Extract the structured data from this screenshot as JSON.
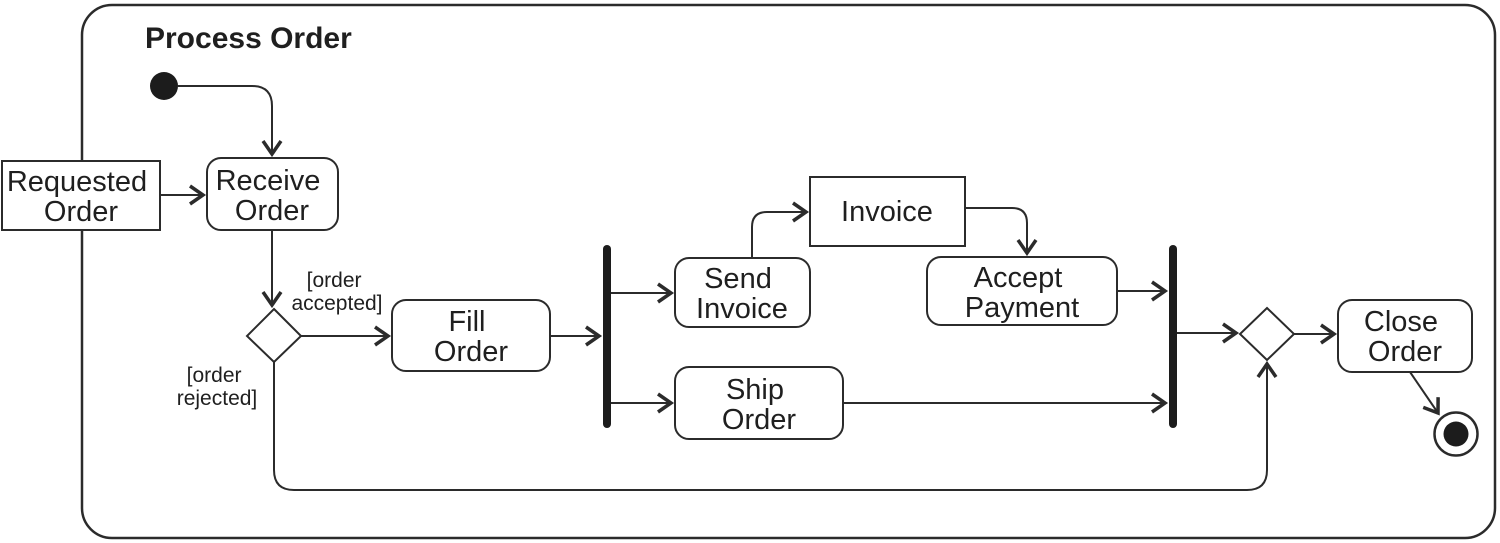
{
  "diagram": {
    "kind": "uml-activity-diagram",
    "title": "Process Order",
    "nodes": {
      "initial": {
        "kind": "initial-node"
      },
      "requested_order": {
        "kind": "object-node",
        "lines": [
          "Requested",
          "Order"
        ],
        "text": "Requested Order"
      },
      "receive_order": {
        "kind": "action",
        "lines": [
          "Receive",
          "Order"
        ],
        "text": "Receive Order"
      },
      "decision": {
        "kind": "decision-diamond"
      },
      "fill_order": {
        "kind": "action",
        "lines": [
          "Fill",
          "Order"
        ],
        "text": "Fill Order"
      },
      "fork": {
        "kind": "fork-bar"
      },
      "send_invoice": {
        "kind": "action",
        "lines": [
          "Send",
          "Invoice"
        ],
        "text": "Send Invoice"
      },
      "invoice": {
        "kind": "object-node",
        "lines": [
          "Invoice"
        ],
        "text": "Invoice"
      },
      "accept_payment": {
        "kind": "action",
        "lines": [
          "Accept",
          "Payment"
        ],
        "text": "Accept Payment"
      },
      "ship_order": {
        "kind": "action",
        "lines": [
          "Ship",
          "Order"
        ],
        "text": "Ship Order"
      },
      "join": {
        "kind": "join-bar"
      },
      "merge": {
        "kind": "merge-diamond"
      },
      "close_order": {
        "kind": "action",
        "lines": [
          "Close",
          "Order"
        ],
        "text": "Close Order"
      },
      "final": {
        "kind": "activity-final-node"
      }
    },
    "guards": {
      "accepted": {
        "lines": [
          "[order",
          "accepted]"
        ],
        "text": "[order accepted]"
      },
      "rejected": {
        "lines": [
          "[order",
          "rejected]"
        ],
        "text": "[order rejected]"
      }
    },
    "edges": [
      {
        "from": "initial",
        "to": "receive_order"
      },
      {
        "from": "requested_order",
        "to": "receive_order"
      },
      {
        "from": "receive_order",
        "to": "decision"
      },
      {
        "from": "decision",
        "to": "fill_order",
        "guard": "[order accepted]"
      },
      {
        "from": "decision",
        "to": "merge",
        "guard": "[order rejected]"
      },
      {
        "from": "fill_order",
        "to": "fork"
      },
      {
        "from": "fork",
        "to": "send_invoice"
      },
      {
        "from": "fork",
        "to": "ship_order"
      },
      {
        "from": "send_invoice",
        "to": "invoice"
      },
      {
        "from": "invoice",
        "to": "accept_payment"
      },
      {
        "from": "accept_payment",
        "to": "join"
      },
      {
        "from": "ship_order",
        "to": "join"
      },
      {
        "from": "join",
        "to": "merge"
      },
      {
        "from": "merge",
        "to": "close_order"
      },
      {
        "from": "close_order",
        "to": "final"
      }
    ]
  },
  "colors": {
    "background": "#ffffff",
    "line": "#2b2b2b",
    "text": "#1f1f1f",
    "node_fill": "#ffffff",
    "solid": "#1c1c1c"
  }
}
